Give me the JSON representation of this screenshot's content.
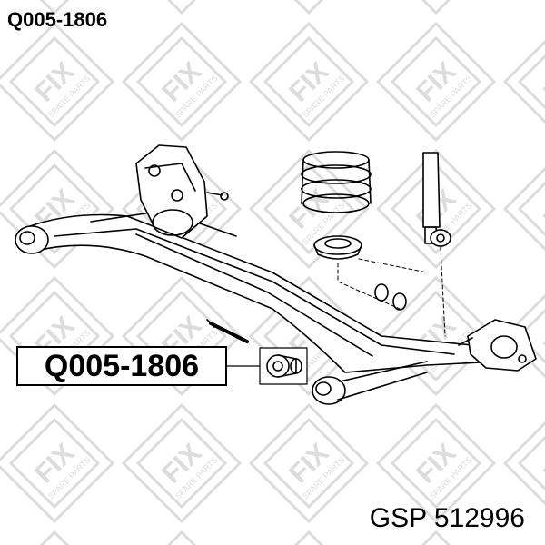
{
  "header": {
    "part_code": "Q005-1806"
  },
  "callout": {
    "part_code": "Q005-1806"
  },
  "footer": {
    "cross_reference": "GSP 512996"
  },
  "watermark": {
    "brand": "FIX",
    "tagline": "SPARE PARTS",
    "color": "#dcdcdc"
  },
  "colors": {
    "line": "#000000",
    "background": "#ffffff"
  }
}
